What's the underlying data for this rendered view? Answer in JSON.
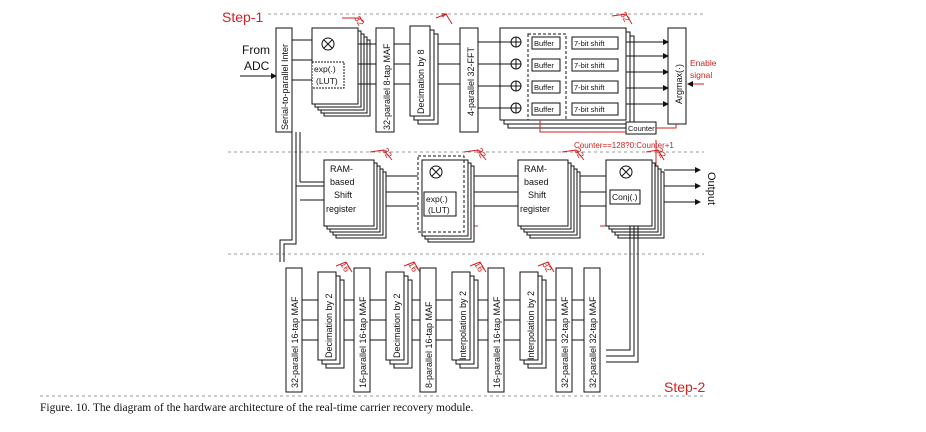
{
  "steps": {
    "step1": "Step-1",
    "step2": "Step-2"
  },
  "inputs": {
    "from": "From",
    "adc": "ADC"
  },
  "blocks": {
    "s2p": "Serial-to-parallel Inter",
    "exp_lut_top": [
      "exp(.)",
      "(LUT)"
    ],
    "maf8": "32-parallel 8-tap MAF",
    "dec8": "Decimation by 8",
    "fft": "4-parallel 32-FFT",
    "buffer": "Buffer",
    "shift": "7-bit shift",
    "counter": "Counter",
    "argmax": "Argmax(·)",
    "enable": [
      "Enable",
      "signal"
    ],
    "counter_expr": "Counter==128?0:Counter+1",
    "ram1": [
      "RAM-",
      "based",
      "Shift",
      "register"
    ],
    "exp_lut_mid": [
      "exp(.)",
      "(LUT)"
    ],
    "ram2": [
      "RAM-",
      "based",
      "Shift",
      "register"
    ],
    "conj": "Conj(.)",
    "output": "Output",
    "bottom": [
      "32-parallel 16-tap MAF",
      "Decimation by 2",
      "16-parallel 16-tap MAF",
      "Decimation by 2",
      "8-parallel 16-tap MAF",
      "Interpolation by 2",
      "16-parallel 16-tap MAF",
      "Interpolation by 2",
      "32-parallel 32-tap MAF",
      "32-parallel 32-tap MAF"
    ]
  },
  "bus_widths": {
    "top_exp": "32",
    "top_dec": "4",
    "top_buf": "32",
    "mid_ram1": "32",
    "mid_exp": "32",
    "mid_ram2": "32",
    "mid_conj": "32",
    "b1": "16",
    "b2": "16",
    "b3": "16",
    "b4": "32"
  },
  "caption": "Figure. 10.  The diagram of the hardware architecture of the real-time carrier recovery module."
}
